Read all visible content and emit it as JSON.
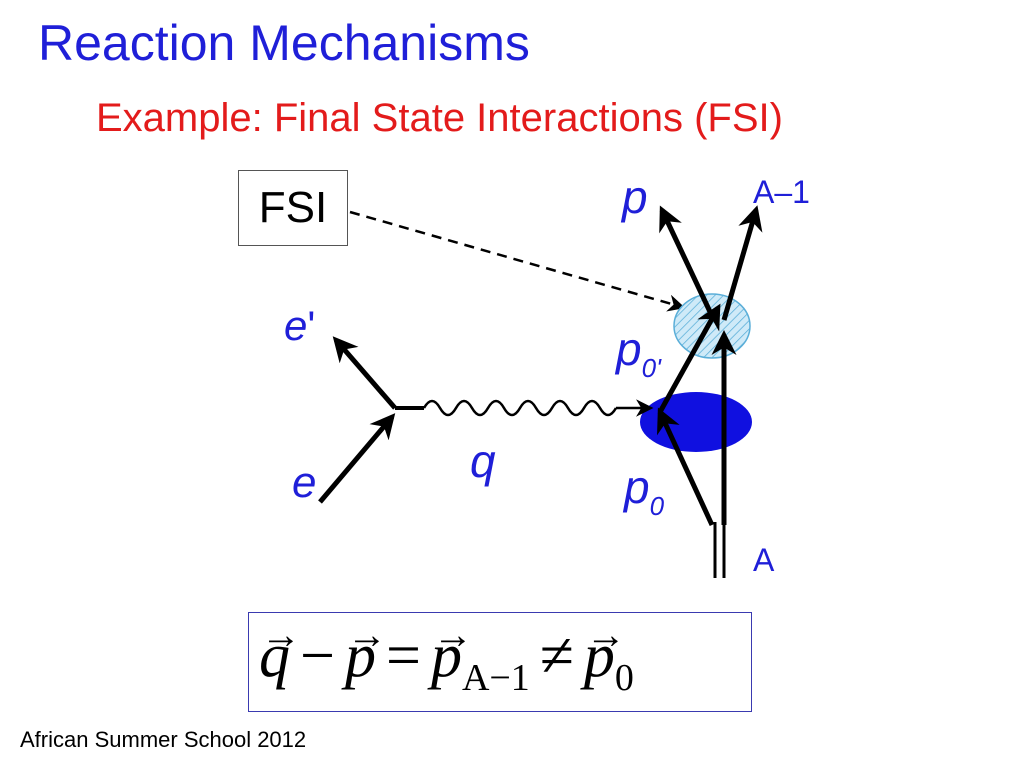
{
  "slide": {
    "title": "Reaction Mechanisms",
    "subtitle": "Example: Final State Interactions (FSI)",
    "footer": "African Summer School 2012"
  },
  "diagram": {
    "fsi_box": "FSI",
    "labels": {
      "p": "p",
      "a_minus_1": "A–1",
      "e_prime": "e",
      "e_prime_mark": "'",
      "p0prime": "p",
      "p0prime_sub": "0'",
      "q": "q",
      "e": "e",
      "p0": "p",
      "p0_sub": "0",
      "A": "A"
    },
    "colors": {
      "label": "#1f1fd8",
      "nucleus_fill": "#1010e0",
      "fsi_blob_fill": "#cfeaf8"
    }
  },
  "equation": {
    "q": "q",
    "minus": "−",
    "p1": "p",
    "equals": "=",
    "p2": "p",
    "sub_a_minus_1": "A−1",
    "neq": "≠",
    "p3": "p",
    "sub_0": "0",
    "vec": "→"
  }
}
